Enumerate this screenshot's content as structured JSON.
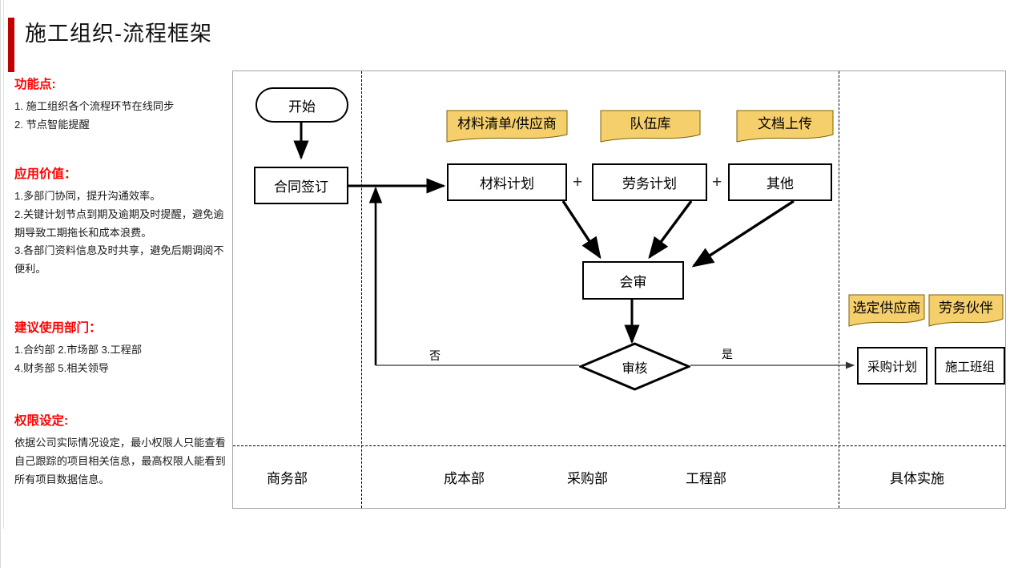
{
  "page": {
    "title": "施工组织-流程框架",
    "accent_color": "#c00000",
    "heading_color": "#ff0000",
    "note_fill": "#f5cf6b"
  },
  "sidebar": {
    "blocks": [
      {
        "heading": "功能点:",
        "lines": [
          "1. 施工组织各个流程环节在线同步",
          "2. 节点智能提醒"
        ]
      },
      {
        "heading": "应用价值：",
        "lines": [
          "1.多部门协同，提升沟通效率。",
          "2.关键计划节点到期及逾期及时提醒，避免逾期导致工期拖长和成本浪费。",
          "3.各部门资料信息及时共享，避免后期调阅不便利。"
        ]
      },
      {
        "heading": "建议使用部门：",
        "lines": [
          "1.合约部 2.市场部 3.工程部",
          "4.财务部 5.相关领导"
        ]
      },
      {
        "heading": "权限设定:",
        "lines": [
          "依据公司实际情况设定，最小权限人只能查看自己跟踪的项目相关信息，最高权限人能看到所有项目数据信息。"
        ]
      }
    ]
  },
  "diagram": {
    "nodes": {
      "start": "开始",
      "contract": "合同签订",
      "material_plan": "材料计划",
      "labor_plan": "劳务计划",
      "other_plan": "其他",
      "joint_review": "会审",
      "approval": "审核",
      "purchase_plan": "采购计划",
      "construction_team": "施工班组"
    },
    "notes": {
      "material_list": "材料清单/供应商",
      "team_pool": "队伍库",
      "doc_upload": "文档上传",
      "selected_supplier": "选定供应商",
      "labor_partner": "劳务伙伴"
    },
    "operators": {
      "plus1": "+",
      "plus2": "+"
    },
    "edge_labels": {
      "no": "否",
      "yes": "是"
    },
    "departments": [
      "商务部",
      "成本部",
      "采购部",
      "工程部",
      "具体实施"
    ]
  }
}
